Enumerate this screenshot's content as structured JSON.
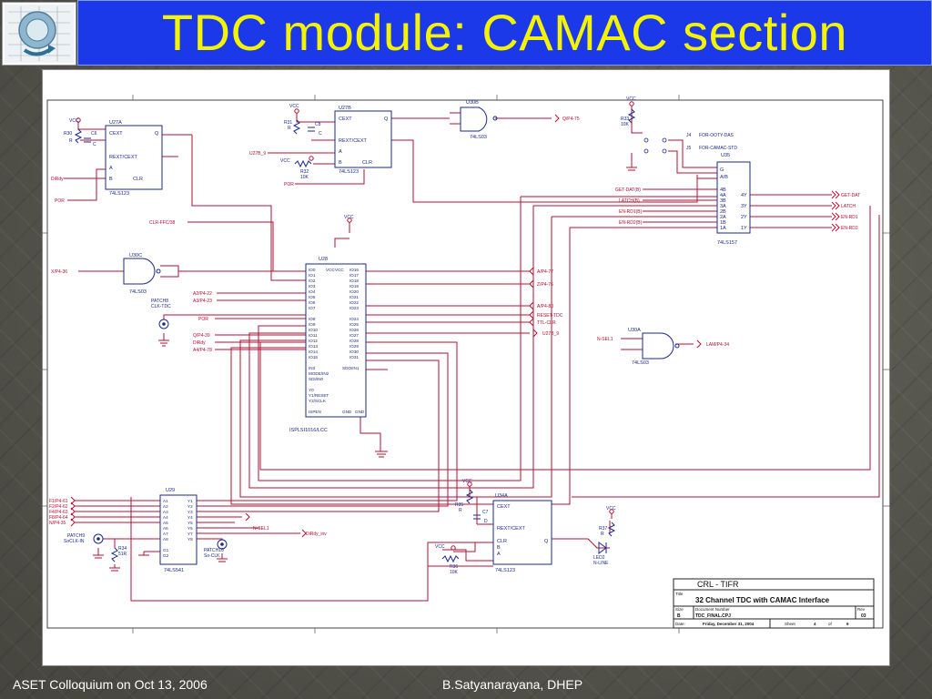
{
  "slide": {
    "title": "TDC module: CAMAC section",
    "footer_left": "ASET Colloquium on Oct 13, 2006",
    "footer_right": "B.Satyanarayana, DHEP"
  },
  "schematic": {
    "title_block": {
      "org": "CRL - TIFR",
      "title_label": "Title",
      "title": "32 Channel TDC with CAMAC Interface",
      "size_label": "Size",
      "size": "B",
      "doc_label": "Document Number",
      "doc": "TDC_FINAL.CPJ",
      "rev_label": "Rev",
      "rev": "03",
      "date_label": "Date:",
      "date": "Friday, December 31, 2004",
      "sheet_label": "Sheet",
      "sheet": "4",
      "of_label": "of",
      "sheets": "6"
    },
    "chips": {
      "u27a": {
        "ref": "U27A",
        "part": "74LS123",
        "pins": [
          "CEXT",
          "REXT/CEXT",
          "A",
          "B",
          "CLR",
          "Q"
        ]
      },
      "u27b": {
        "ref": "U27B",
        "part": "74LS123",
        "pins": [
          "CEXT",
          "REXT/CEXT",
          "A",
          "B",
          "CLR",
          "Q"
        ]
      },
      "u28": {
        "ref": "U28",
        "part": "ISPLSI1016/LCC",
        "pins_left": [
          "IO0",
          "IO1",
          "IO2",
          "IO3",
          "IO4",
          "IO5",
          "IO6",
          "IO7",
          "IO8",
          "IO9",
          "IO10",
          "IO11",
          "IO12",
          "IO13",
          "IO14",
          "IO15"
        ],
        "pins_right": [
          "IO16",
          "IO17",
          "IO18",
          "IO19",
          "IO20",
          "IO21",
          "IO22",
          "IO23",
          "IO24",
          "IO25",
          "IO26",
          "IO27",
          "IO28",
          "IO29",
          "IO30",
          "IO31"
        ],
        "misc": [
          "IN3",
          "MODE/IN2",
          "SDI/IN0",
          "Y0",
          "Y1/RESET",
          "Y2/SCLK",
          "ISPEN",
          "SDO/IN1",
          "GND",
          "GND",
          "VCC",
          "VCC"
        ]
      },
      "u29": {
        "ref": "U29",
        "part": "74LS541",
        "pins_left": [
          "A1",
          "A2",
          "A3",
          "A4",
          "A5",
          "A6",
          "A7",
          "A8",
          "G1",
          "G2"
        ],
        "pins_right": [
          "Y1",
          "Y2",
          "Y3",
          "Y4",
          "Y5",
          "Y6",
          "Y7",
          "Y8"
        ]
      },
      "u30b": {
        "ref": "U30B",
        "part": "74LS03"
      },
      "u30c": {
        "ref": "U30C",
        "part": "74LS03"
      },
      "u30a": {
        "ref": "U30A",
        "part": "74LS03"
      },
      "u34a": {
        "ref": "U34A",
        "part": "74LS123",
        "pins": [
          "CEXT",
          "REXT/CEXT",
          "CLR",
          "B",
          "A",
          "Q"
        ]
      },
      "u35": {
        "ref": "U35",
        "part": "74LS157",
        "pins_left": [
          "G",
          "A/B",
          "4B",
          "4A",
          "3B",
          "3A",
          "2B",
          "2A",
          "1B",
          "1A"
        ],
        "pins_right": [
          "4Y",
          "3Y",
          "2Y",
          "1Y"
        ]
      }
    },
    "parts": {
      "vcc": "VCC",
      "r30": "R30",
      "r30_val": "R",
      "c6": "C6",
      "c6_val": "C",
      "r31": "R31",
      "r31_val": "R",
      "c8": "C8",
      "c8_val": "C",
      "r32": "R32",
      "r32_val": "10K",
      "r33": "R33",
      "r33_val": "10K",
      "r34": "R34",
      "r34_val": "51R",
      "r35": "R35",
      "r35_val": "R",
      "c7": "C7",
      "c7_val": "D",
      "r36": "R36",
      "r36_val": "10K",
      "r37": "R37",
      "r37_val": "R",
      "led2": "LED2",
      "led2_val": "N-LINE",
      "j4": "J4",
      "j4_val": "FOR-OOTY-DAS",
      "j5": "J5",
      "j5_val": "FOR-CAMAC-STD",
      "patch8": "PATCH8",
      "patch8_val": "CLK-TDC",
      "patch9": "PATCH9",
      "patch9_val": "SoCLK-IN",
      "patch10": "PATCH10",
      "patch10_val": "So-CLK"
    },
    "nets": {
      "drdy": "DiRdy",
      "por": "POR",
      "u27b_9": "U27B_9",
      "q_p4_75": "Q/P4-75",
      "clr_ffc": "CLR-FFC/38",
      "x_p4_36": "X/P4-36",
      "a2_p4_22": "A2/P4-22",
      "a3_p4_23": "A3/P4-23",
      "por2": "POR",
      "q_p4_39": "Q/P4-39",
      "drdy2": "DiRdy",
      "a4_p4_78": "A4/P4-78",
      "a_p4_77": "A/P4-77",
      "z_p4_76": "Z/P4-76",
      "a_p4_80": "A/P4-80",
      "reset_tdc": "RESET-TDC",
      "ttl_clr": "TTL-CLR",
      "u27b_9b": "U27B_9",
      "get_dat_b": "GET-DAT(B)",
      "latch_b": "LATCH(B)",
      "en_rd1_b": "EN-RD1(B)",
      "en_rd2_b": "EN-RD2(B)",
      "get_dat": "GET-DAT",
      "latch": "LATCH",
      "en_rd1": "EN-RD1",
      "en_rd2": "EN-RD2",
      "n_sel1": "N-SEL1",
      "lam_p4_34": "LAM/P4-34",
      "f1_p4_61": "F1/P4-61",
      "f2_p4_62": "F2/P4-62",
      "f4_p4_63": "F4/P4-63",
      "f8_p4_64": "F8/P4-64",
      "n_p4_35": "N/P4-35",
      "n_sel1b": "N-SEL1",
      "drdy_inv": "DiRdy_inv"
    }
  }
}
